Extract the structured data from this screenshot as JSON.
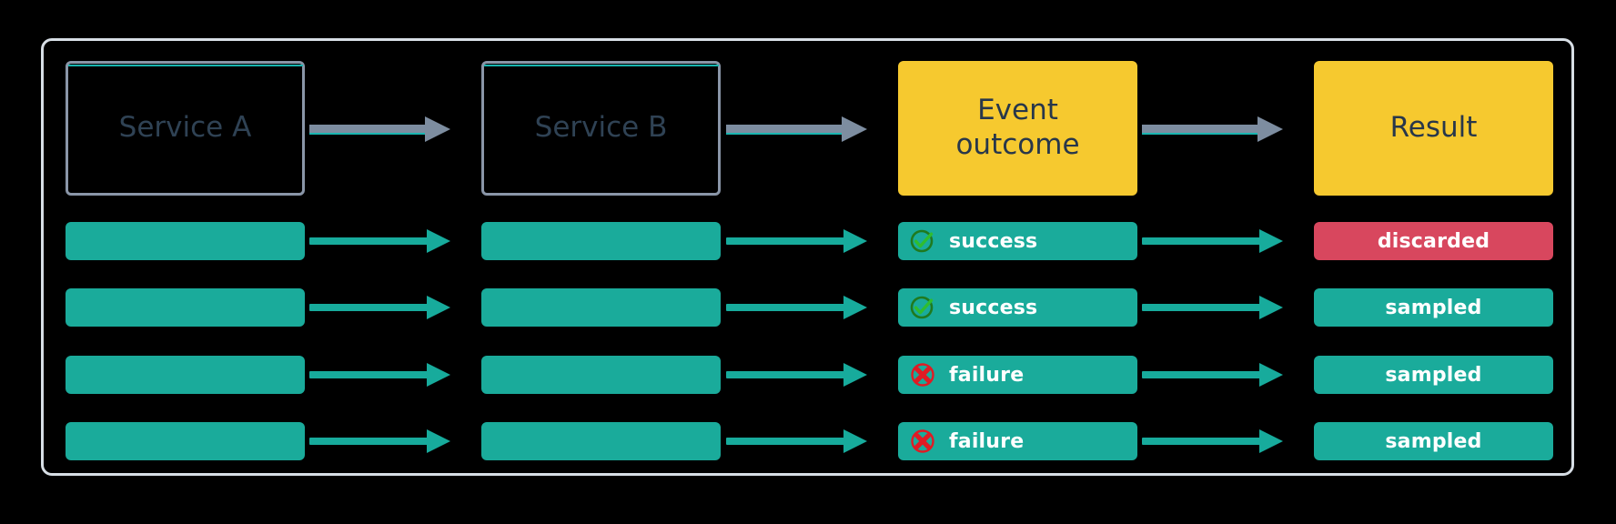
{
  "diagram": {
    "title_row": {
      "columns": [
        {
          "id": "service-a",
          "label": "Service A",
          "style": "outline"
        },
        {
          "id": "service-b",
          "label": "Service B",
          "style": "outline"
        },
        {
          "id": "event-outcome",
          "label": "Event\noutcome",
          "label_line1": "Event",
          "label_line2": "outcome",
          "style": "accent"
        },
        {
          "id": "result",
          "label": "Result",
          "style": "accent"
        }
      ]
    },
    "rows": [
      {
        "service_a": "",
        "service_b": "",
        "outcome": {
          "icon": "success-check-icon",
          "label": "success"
        },
        "result": {
          "label": "discarded",
          "tone": "crimson"
        }
      },
      {
        "service_a": "",
        "service_b": "",
        "outcome": {
          "icon": "success-check-icon",
          "label": "success"
        },
        "result": {
          "label": "sampled",
          "tone": "teal"
        }
      },
      {
        "service_a": "",
        "service_b": "",
        "outcome": {
          "icon": "failure-x-icon",
          "label": "failure"
        },
        "result": {
          "label": "sampled",
          "tone": "teal"
        }
      },
      {
        "service_a": "",
        "service_b": "",
        "outcome": {
          "icon": "failure-x-icon",
          "label": "failure"
        },
        "result": {
          "label": "sampled",
          "tone": "teal"
        }
      }
    ],
    "colors": {
      "background": "#000000",
      "panel_border": "#d7dee5",
      "service_box_border": "#8a96a8",
      "service_box_accent_line": "#19b5b0",
      "service_text": "#2f4254",
      "accent_yellow": "#f6c92f",
      "accent_yellow_text": "#28374a",
      "teal": "#1aab9b",
      "arrow_teal": "#17ab9c",
      "arrow_slate": "#7d8da0",
      "crimson": "#d8475e",
      "chip_text": "#ffffff",
      "success_icon_ring": "#1f7a1f",
      "success_icon_check": "#2fbd2f",
      "failure_icon": "#e01b24"
    }
  }
}
